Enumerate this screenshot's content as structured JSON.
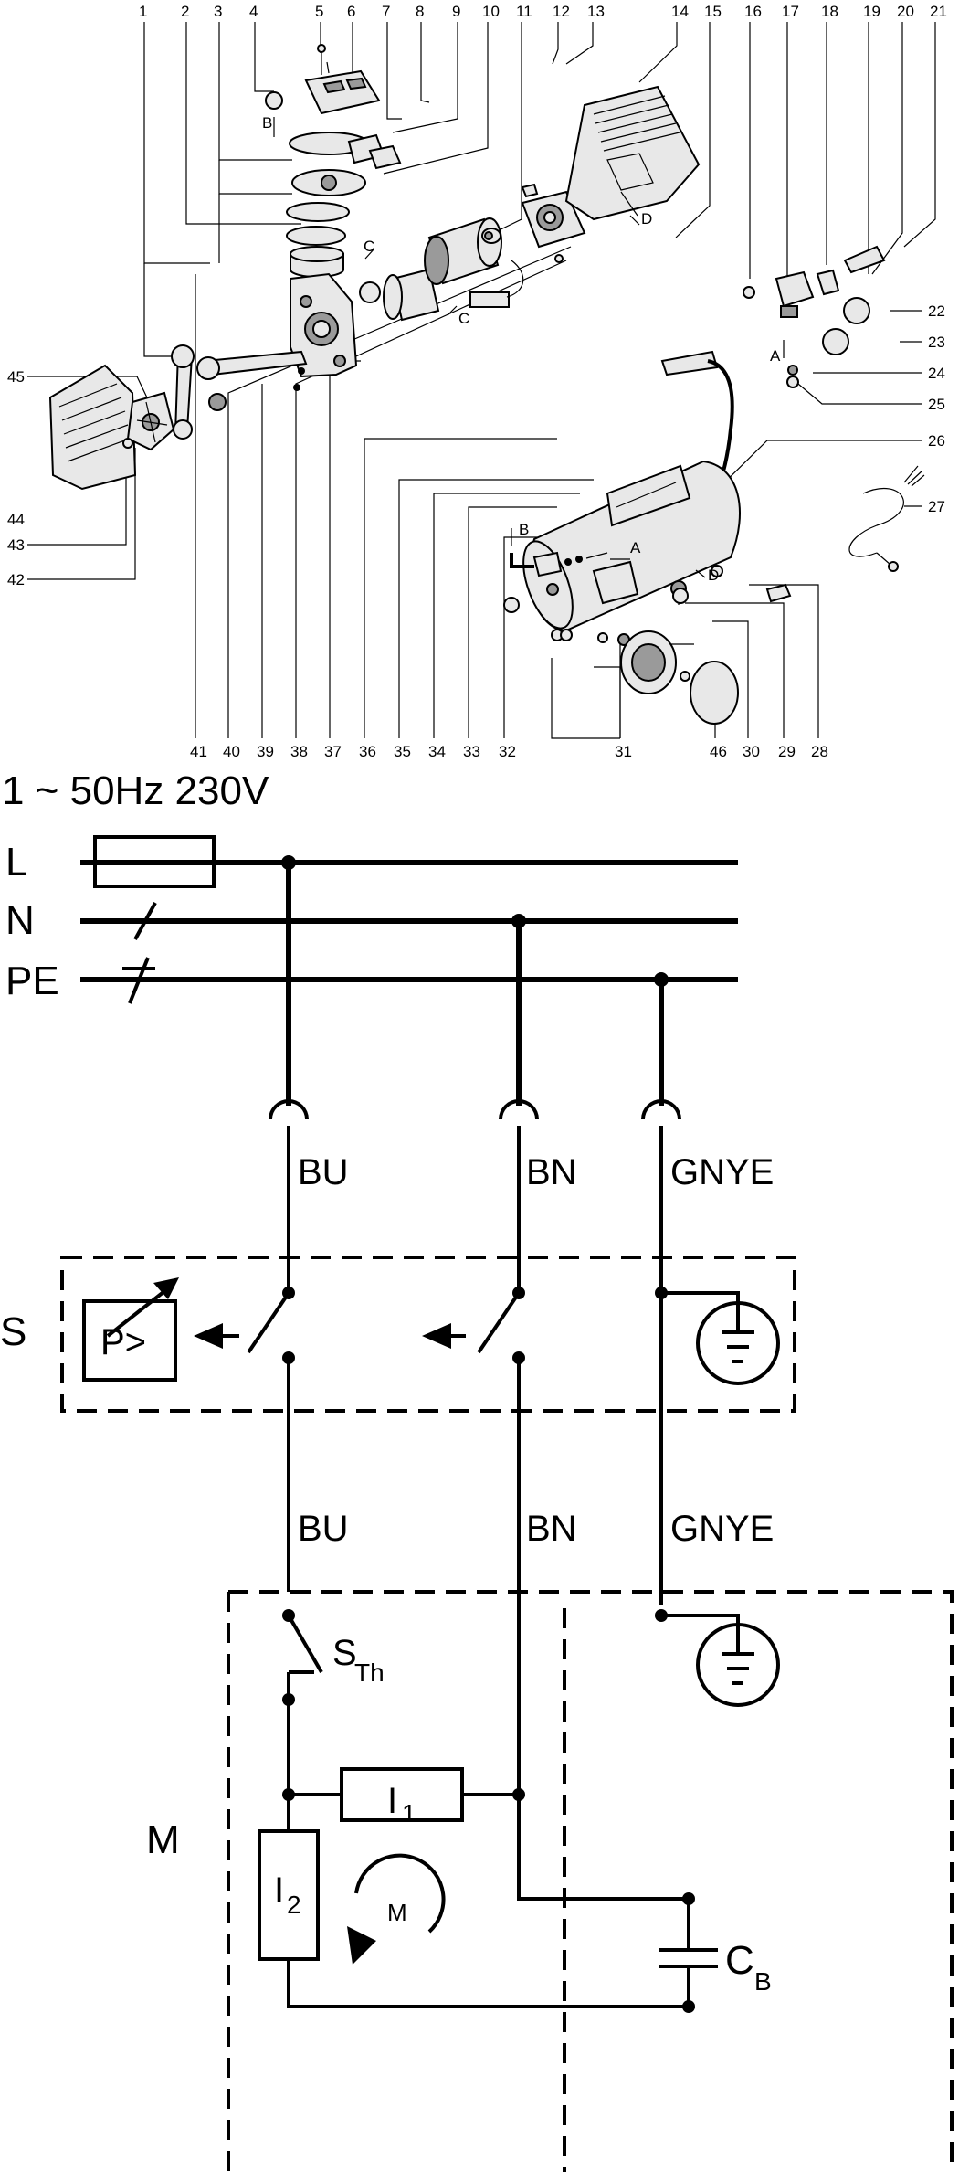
{
  "exploded_view": {
    "part_numbers_top": [
      "1",
      "2",
      "3",
      "4",
      "5",
      "6",
      "7",
      "8",
      "9",
      "10",
      "11",
      "12",
      "13",
      "14",
      "15",
      "16",
      "17",
      "18",
      "19",
      "20",
      "21"
    ],
    "part_numbers_right": [
      "22",
      "23",
      "24",
      "25",
      "26",
      "27",
      "28"
    ],
    "part_numbers_bottom": [
      "41",
      "40",
      "39",
      "38",
      "37",
      "36",
      "35",
      "34",
      "33",
      "32",
      "31",
      "46",
      "30",
      "29"
    ],
    "part_numbers_left": [
      "45",
      "44",
      "43",
      "42"
    ],
    "reference_letters": {
      "b_top": "B",
      "c_upper": "C",
      "c_lower": "C",
      "d_upper": "D",
      "a_right": "A",
      "b_lower": "B",
      "a_lower": "A",
      "d_lower": "D"
    }
  },
  "wiring": {
    "title": "1 ~ 50Hz 230V",
    "lines": {
      "l": "L",
      "n": "N",
      "pe": "PE"
    },
    "wires_upper": {
      "bu": "BU",
      "bn": "BN",
      "gnye": "GNYE"
    },
    "wires_lower": {
      "bu": "BU",
      "bn": "BN",
      "gnye": "GNYE"
    },
    "switch_label": "S",
    "pressure_switch": "P>",
    "thermal": {
      "main": "S",
      "sub": "Th"
    },
    "motor_label": "M",
    "motor_symbol": "M",
    "winding1": {
      "main": "I",
      "sub": "1"
    },
    "winding2": {
      "main": "I",
      "sub": "2"
    },
    "capacitor": {
      "main": "C",
      "sub": "B"
    }
  }
}
